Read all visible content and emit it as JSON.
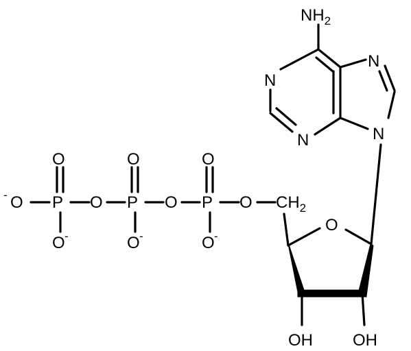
{
  "molecule": {
    "amine": {
      "atom": "NH",
      "subscript": "2"
    },
    "purine": {
      "n1": "N",
      "n3": "N",
      "n7": "N",
      "n9": "N"
    },
    "ribose": {
      "ring_oxygen": "O",
      "methylene": {
        "atom": "CH",
        "subscript": "2"
      },
      "hydroxyl_left": "OH",
      "hydroxyl_right": "OH"
    },
    "phosphate_chain": {
      "terminal_oxygen": "O",
      "terminal_charge": "-",
      "phosphorus_gamma": "P",
      "phosphorus_beta": "P",
      "phosphorus_alpha": "P",
      "bridge_oxygen_1": "O",
      "bridge_oxygen_2": "O",
      "bridge_oxygen_3": "O",
      "double_oxygen_gamma": "O",
      "double_oxygen_beta": "O",
      "double_oxygen_alpha": "O",
      "lower_oxygen_gamma": "O",
      "lower_oxygen_beta": "O",
      "lower_oxygen_alpha": "O",
      "lower_charge_gamma": "-",
      "lower_charge_beta": "-",
      "lower_charge_alpha": "-"
    }
  },
  "colors": {
    "ink": "#000000",
    "background": "#ffffff"
  }
}
